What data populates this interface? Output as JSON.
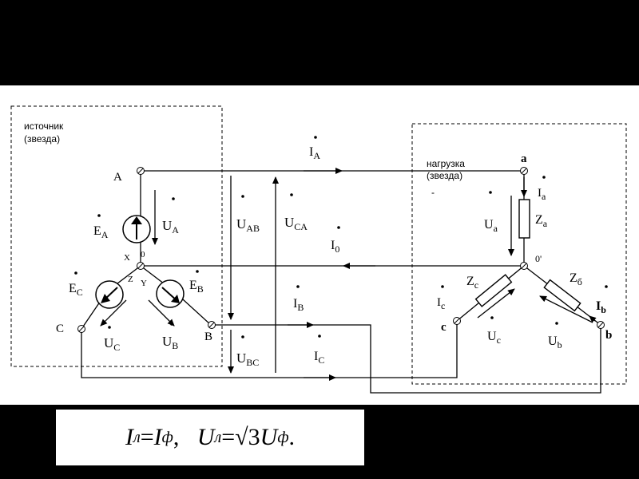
{
  "source_box": {
    "line1": "источник",
    "line2": "(звезда)"
  },
  "load_box": {
    "line1": "нагрузка",
    "line2": "(звезда)",
    "mark": "-"
  },
  "nodes": {
    "A": "A",
    "B": "B",
    "C": "C",
    "X": "X",
    "Y": "Y",
    "Z": "Z",
    "zero": "0",
    "a": "a",
    "b": "b",
    "c": "c",
    "zero_prime": "0'"
  },
  "currents": {
    "IA": "I",
    "IA_sub": "A",
    "IB": "I",
    "IB_sub": "B",
    "IC": "I",
    "IC_sub": "C",
    "I0": "I",
    "I0_sub": "0",
    "Ia": "I",
    "Ia_sub": "a",
    "Ib": "I",
    "Ib_sub": "b",
    "Ic": "I",
    "Ic_sub": "c"
  },
  "voltages": {
    "UA": "U",
    "UA_sub": "A",
    "UB": "U",
    "UB_sub": "B",
    "UC": "U",
    "UC_sub": "C",
    "UAB": "U",
    "UAB_sub": "AB",
    "UBC": "U",
    "UBC_sub": "BC",
    "UCA": "U",
    "UCA_sub": "CA",
    "Ua": "U",
    "Ua_sub": "a",
    "Ub": "U",
    "Ub_sub": "b",
    "Uc": "U",
    "Uc_sub": "c"
  },
  "emfs": {
    "EA": "E",
    "EA_sub": "A",
    "EB": "E",
    "EB_sub": "B",
    "EC": "E",
    "EC_sub": "C"
  },
  "impedances": {
    "Za": "Z",
    "Za_sub": "a",
    "Zb": "Z",
    "Zb_sub": "б",
    "Zc": "Z",
    "Zc_sub": "c"
  },
  "formula": {
    "part1": "I",
    "sub1": "л",
    "eq1": "=",
    "part2": "I",
    "sub2": "ф",
    "sep": ",   ",
    "part3": "U",
    "sub3": "л",
    "eq2": "=",
    "root": "√3",
    "part4": "U",
    "sub4": "ф",
    "end": "."
  }
}
